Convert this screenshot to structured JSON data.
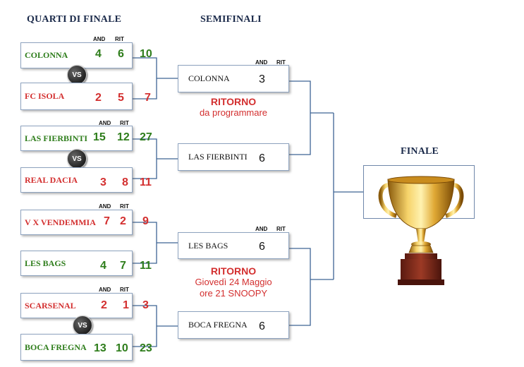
{
  "headings": {
    "quarter": "QUARTI DI FINALE",
    "semi": "SEMIFINALI",
    "final": "FINALE"
  },
  "score_headers": {
    "first": "AND",
    "second": "RIT"
  },
  "vs_label": "VS",
  "quarters": [
    {
      "home": {
        "name": "COLONNA",
        "leg1": "4",
        "leg2": "6",
        "total": "10",
        "color": "green"
      },
      "away": {
        "name": "FC ISOLA",
        "leg1": "2",
        "leg2": "5",
        "total": "7",
        "color": "red"
      }
    },
    {
      "home": {
        "name": "LAS FIERBINTI",
        "leg1": "15",
        "leg2": "12",
        "total": "27",
        "color": "green"
      },
      "away": {
        "name": "REAL DACIA",
        "leg1": "3",
        "leg2": "8",
        "total": "11",
        "color": "red"
      }
    },
    {
      "home": {
        "name": "V X VENDEMMIA",
        "leg1": "7",
        "leg2": "2",
        "total": "9",
        "color": "red"
      },
      "away": {
        "name": "LES BAGS",
        "leg1": "4",
        "leg2": "7",
        "total": "11",
        "color": "green"
      }
    },
    {
      "home": {
        "name": "SCARSENAL",
        "leg1": "2",
        "leg2": "1",
        "total": "3",
        "color": "red"
      },
      "away": {
        "name": "BOCA FREGNA",
        "leg1": "13",
        "leg2": "10",
        "total": "23",
        "color": "green"
      }
    }
  ],
  "semis": [
    {
      "name": "COLONNA",
      "score": "3"
    },
    {
      "name": "LAS FIERBINTI",
      "score": "6"
    },
    {
      "name": "LES BAGS",
      "score": "6"
    },
    {
      "name": "BOCA FREGNA",
      "score": "6"
    }
  ],
  "semi_notes": [
    {
      "title": "RITORNO",
      "lines": [
        "da programmare"
      ]
    },
    {
      "title": "RITORNO",
      "lines": [
        "Giovedì 24 Maggio",
        "ore 21 SNOOPY"
      ]
    }
  ],
  "colors": {
    "green": "#2e7d1b",
    "red": "#d32f2f",
    "line": "#3e6394",
    "box_border": "#8ea3bf",
    "heading": "#1b2a4a"
  },
  "icons": {
    "trophy": "trophy-icon",
    "vs": "vs-badge-icon"
  }
}
